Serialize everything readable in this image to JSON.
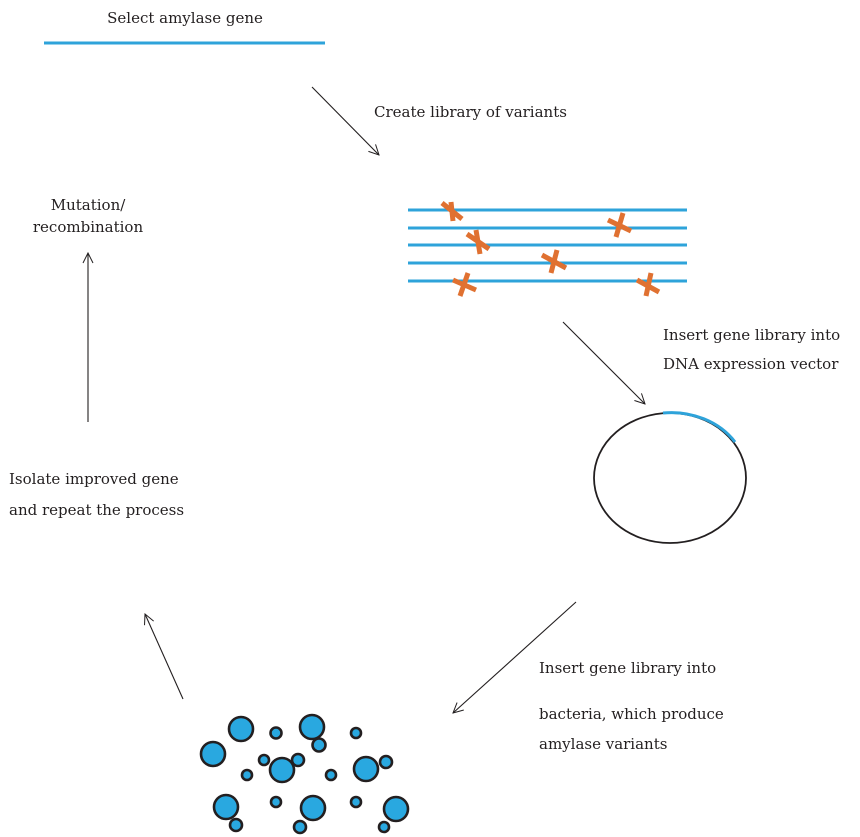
{
  "labels": {
    "select_gene": "Select amylase gene",
    "create_library": "Create library of variants",
    "insert_vector_line1": "Insert gene library into",
    "insert_vector_line2": "DNA expression vector",
    "insert_bacteria_line1": "Insert gene library into",
    "insert_bacteria_line2": "bacteria, which produce",
    "insert_bacteria_line3": "amylase variants",
    "isolate_line1": "Isolate improved gene",
    "isolate_line2": "and repeat the process",
    "mutation_line1": "Mutation/",
    "mutation_line2": "recombination"
  },
  "colors": {
    "gene": "#2ea3da",
    "mutation": "#e07131",
    "cell_fill": "#29a8e0",
    "outline": "#231f20"
  }
}
